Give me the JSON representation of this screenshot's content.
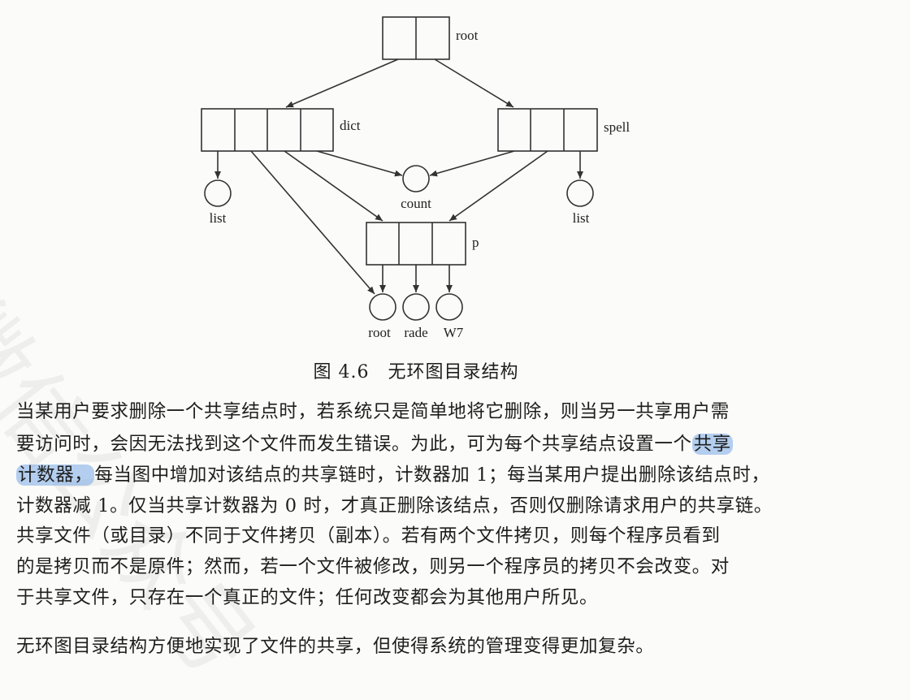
{
  "diagram": {
    "nodes": {
      "root": "root",
      "dict": "dict",
      "spell": "spell",
      "count": "count",
      "list_left": "list",
      "list_right": "list",
      "p": "p",
      "leaf_root": "root",
      "leaf_rade": "rade",
      "leaf_w7": "W7"
    }
  },
  "caption": "图 4.6　无环图目录结构",
  "paragraphs": [
    "当某用户要求删除一个共享结点时，若系统只是简单地将它删除，则当另一共享用户需",
    "要访问时，会因无法找到这个文件而发生错误。为此，可为每个共享结点设置一个",
    "计数器，",
    "每当图中增加对该结点的共享链时，计数器加 1；每当某用户提出删除该结点时，",
    "计数器减 1。仅当共享计数器为 0 时，才真正删除该结点，否则仅删除请求用户的共享链。",
    "共享文件（或目录）不同于文件拷贝（副本）。若有两个文件拷贝，则每个程序员看到",
    "的是拷贝而不是原件；然而，若一个文件被修改，则另一个程序员的拷贝不会改变。对",
    "于共享文件，只存在一个真正的文件；任何改变都会为其他用户所见。",
    "无环图目录结构方便地实现了文件的共享，但使得系统的管理变得更加复杂。"
  ],
  "highlight_tail": "共享",
  "colors": {
    "ink": "#1e1e1e",
    "highlight": "#78aae6"
  }
}
